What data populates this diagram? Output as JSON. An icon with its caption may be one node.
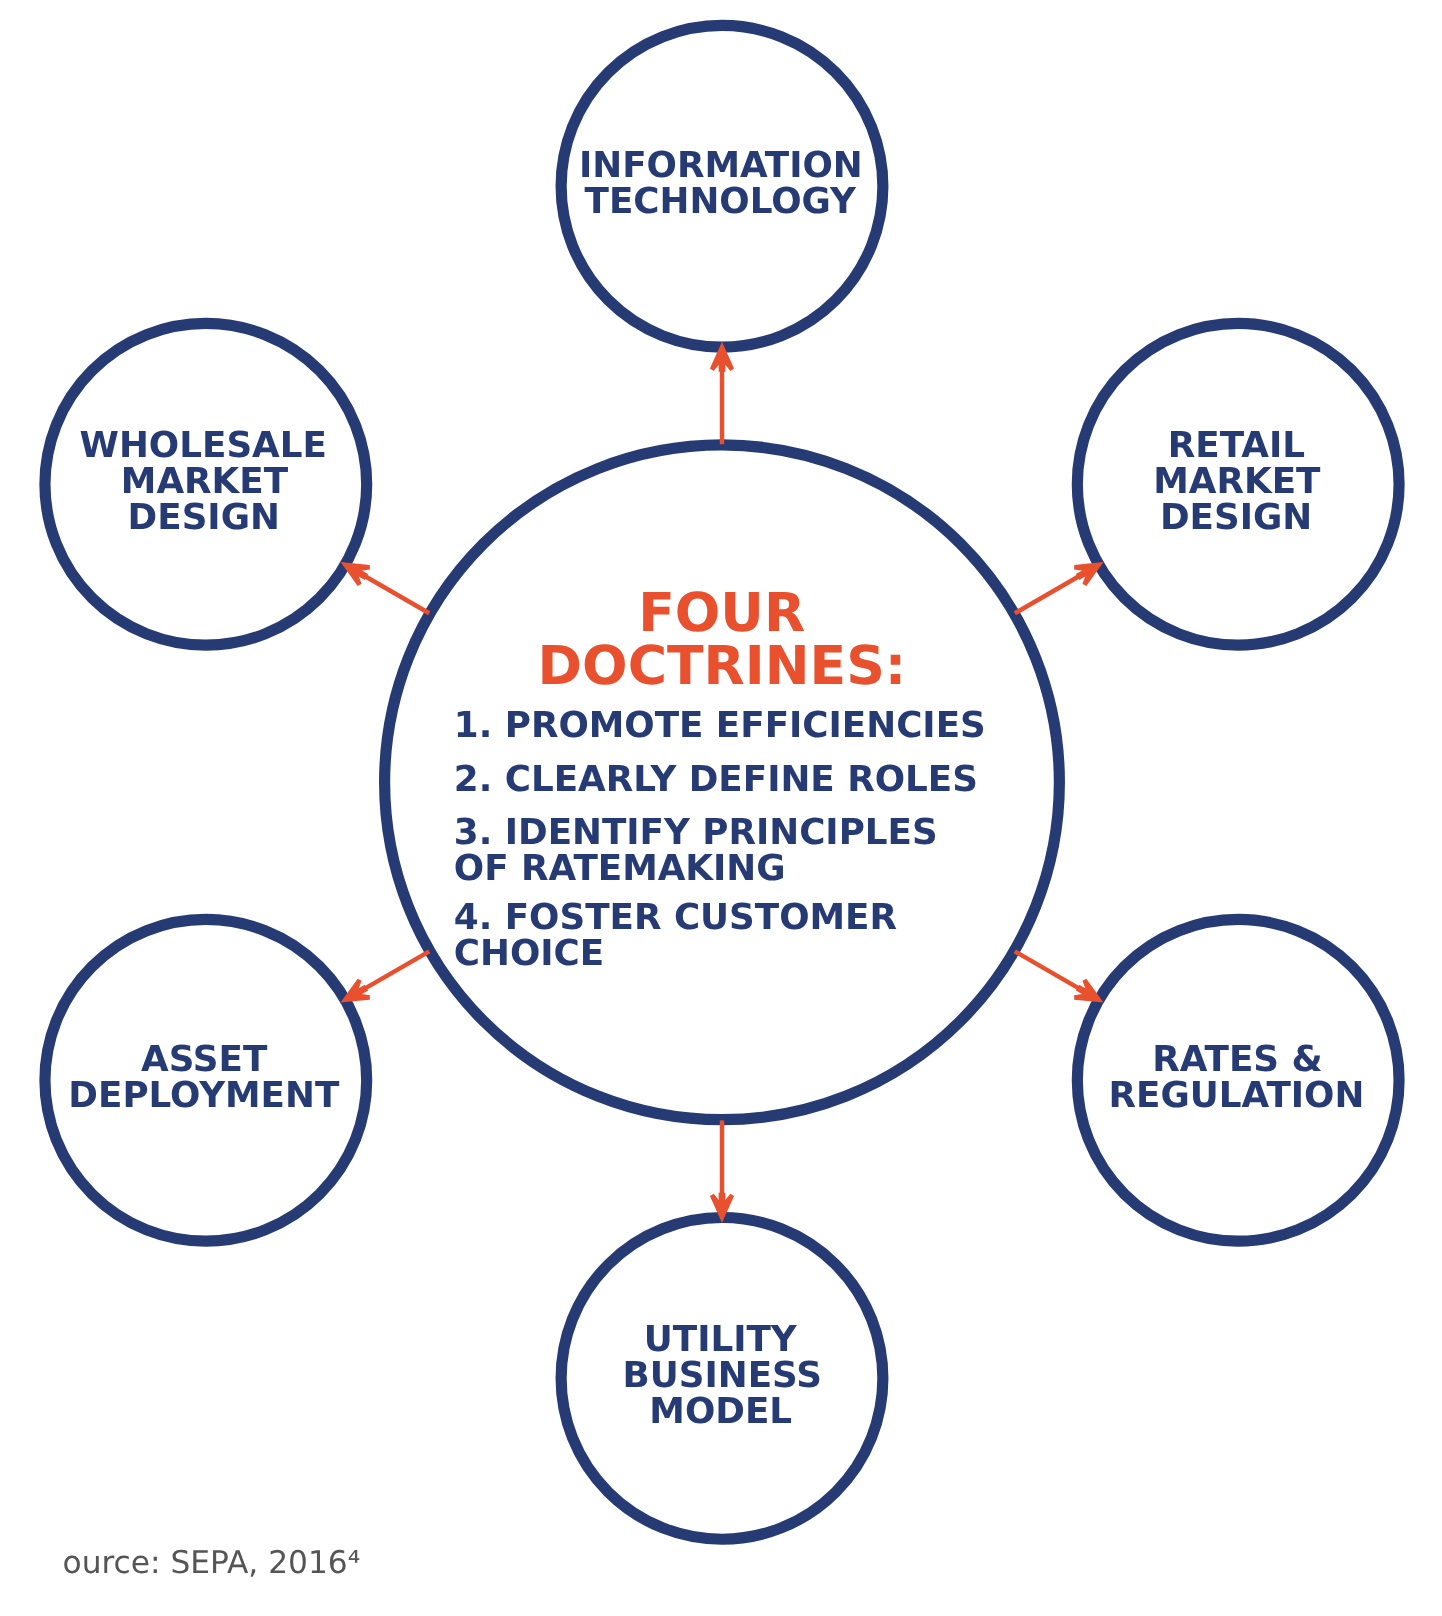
{
  "diagram": {
    "caption": "ource: SEPA, 2016⁴",
    "nodes": [
      {
        "text": [
          "FOUR DOCTRINES:",
          "1. PROMOTE EFFICIENCIES",
          "2. CLEARLY DEFINE ROLES",
          "3. IDENTIFY PRINCIPLES OF RATEMAKING",
          "4. FOSTER CUSTOMER CHOICE"
        ]
      },
      {
        "text": [
          "RETAIL MARKET DESIGN"
        ]
      },
      {
        "text": [
          "INFORMATION TECHNOLOGY"
        ]
      },
      {
        "text": [
          "WHOLESALE MARKET DESIGN"
        ]
      },
      {
        "text": [
          "ASSET DEPLOYMENT"
        ]
      },
      {
        "text": [
          "UTILITY BUSINESS MODEL"
        ]
      },
      {
        "text": [
          "RATES & REGULATION"
        ]
      }
    ],
    "edges": [
      {
        "from": 0,
        "to": 1,
        "arrow": "to"
      },
      {
        "from": 0,
        "to": 3,
        "arrow": "to"
      },
      {
        "from": 0,
        "to": 5,
        "arrow": "to"
      },
      {
        "from": 0,
        "to": 6,
        "arrow": "to"
      },
      {
        "from": 0,
        "to": 4,
        "arrow": "to"
      },
      {
        "from": 0,
        "to": 2,
        "arrow": "to"
      }
    ]
  }
}
